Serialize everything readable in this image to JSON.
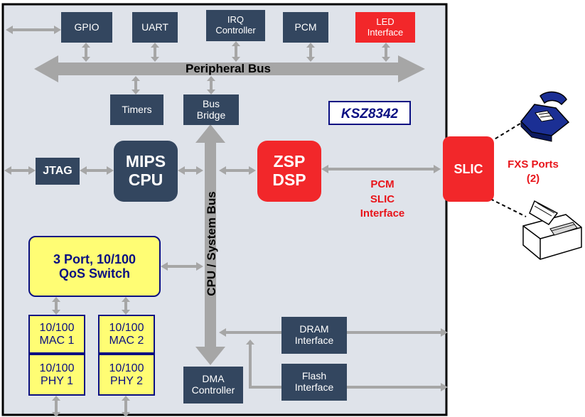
{
  "chip": {
    "name": "KSZ8342",
    "peripheral_bus": "Peripheral Bus",
    "system_bus": "CPU / System Bus"
  },
  "peripherals": {
    "gpio": "GPIO",
    "uart": "UART",
    "irq": "IRQ\nController",
    "pcm": "PCM",
    "led": "LED\nInterface",
    "timers": "Timers",
    "bus_bridge": "Bus\nBridge"
  },
  "core": {
    "jtag": "JTAG",
    "mips": "MIPS\nCPU",
    "zsp": "ZSP\nDSP",
    "pcm_slic": "PCM\nSLIC\nInterface"
  },
  "switch": {
    "label": "3 Port, 10/100\nQoS Switch",
    "mac1": "10/100\nMAC 1",
    "mac2": "10/100\nMAC 2",
    "phy1": "10/100\nPHY 1",
    "phy2": "10/100\nPHY 2"
  },
  "memory": {
    "dram": "DRAM\nInterface",
    "flash": "Flash\nInterface",
    "dma": "DMA\nController"
  },
  "external": {
    "slic": "SLIC",
    "fxs": "FXS Ports\n(2)"
  },
  "colors": {
    "block_navy": "#33465f",
    "block_red": "#f2272a",
    "chip_background": "#dfe3ea",
    "arrow_gray": "#a6a6a6",
    "switch_yellow": "#fffd74",
    "label_blue": "#0a0f82",
    "label_red": "#e8141a"
  },
  "icons": [
    "telephone-icon",
    "fax-machine-icon"
  ]
}
